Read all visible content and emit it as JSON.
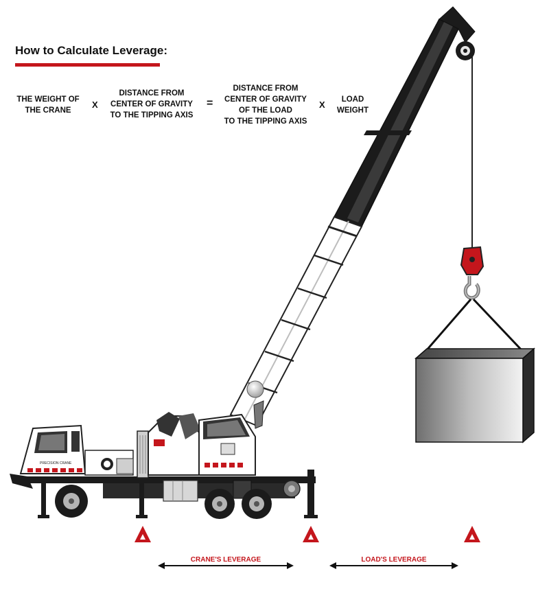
{
  "title": "How to Calculate Leverage:",
  "formula": {
    "crane_weight": "THE WEIGHT OF\nTHE CRANE",
    "times_1": "X",
    "crane_distance": "DISTANCE FROM\nCENTER OF GRAVITY\nTO THE TIPPING AXIS",
    "equals": "=",
    "load_distance": "DISTANCE FROM\nCENTER OF GRAVITY\nOF THE LOAD\nTO THE TIPPING AXIS",
    "times_2": "X",
    "load_weight": "LOAD\nWEIGHT"
  },
  "crane_body_text": "PRECISION CRANE",
  "leverage": {
    "crane_label": "CRANE'S LEVERAGE",
    "load_label": "LOAD'S LEVERAGE"
  },
  "colors": {
    "accent": "#c4161c",
    "boom_dark": "#1a1a1a",
    "truck_white": "#ffffff",
    "outline": "#222222"
  },
  "icons": {
    "markers": [
      "triangle-marker",
      "triangle-marker",
      "triangle-marker"
    ],
    "arrows": [
      "double-arrow",
      "double-arrow"
    ]
  }
}
